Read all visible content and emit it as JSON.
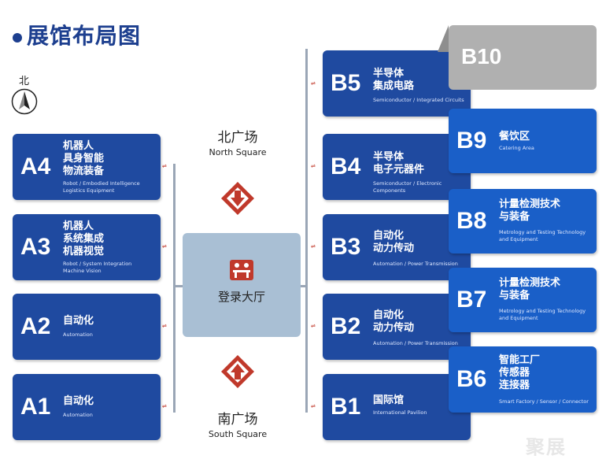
{
  "page_title": "展馆布局图",
  "compass_label": "北",
  "north_square": {
    "cn": "北广场",
    "en": "North Square"
  },
  "south_square": {
    "cn": "南广场",
    "en": "South Square"
  },
  "lobby": {
    "label": "登录大厅"
  },
  "halls_a": [
    {
      "code": "A4",
      "name": "机器人\n具身智能\n物流装备",
      "en": "Robot / Embodied Intelligence\nLogistics Equipment"
    },
    {
      "code": "A3",
      "name": "机器人\n系统集成\n机器视觉",
      "en": "Robot / System Integration\nMachine Vision"
    },
    {
      "code": "A2",
      "name": "自动化",
      "en": "Automation"
    },
    {
      "code": "A1",
      "name": "自动化",
      "en": "Automation"
    }
  ],
  "halls_b": [
    {
      "code": "B5",
      "name": "半导体\n集成电路",
      "en": "Semiconductor / Integrated Circuits"
    },
    {
      "code": "B4",
      "name": "半导体\n电子元器件",
      "en": "Semiconductor / Electronic Components"
    },
    {
      "code": "B3",
      "name": "自动化\n动力传动",
      "en": "Automation / Power Transmission"
    },
    {
      "code": "B2",
      "name": "自动化\n动力传动",
      "en": "Automation / Power Transmission"
    },
    {
      "code": "B1",
      "name": "国际馆",
      "en": "International Pavilion"
    }
  ],
  "halls_b_right": [
    {
      "code": "B9",
      "name": "餐饮区",
      "en": "Catering Area"
    },
    {
      "code": "B8",
      "name": "计量检测技术\n与装备",
      "en": "Metrology and Testing Technology\nand Equipment"
    },
    {
      "code": "B7",
      "name": "计量检测技术\n与装备",
      "en": "Metrology and Testing Technology\nand Equipment"
    },
    {
      "code": "B6",
      "name": "智能工厂\n传感器\n连接器",
      "en": "Smart Factory / Sensor / Connector"
    }
  ],
  "b10": {
    "code": "B10"
  },
  "watermark": "聚展",
  "colors": {
    "hall_blue": "#1f4aa0",
    "title_blue": "#1d3f8f",
    "lobby": "#a9bfd4",
    "arrow_red": "#c0392b",
    "b10_gray": "#b0b0b0"
  }
}
